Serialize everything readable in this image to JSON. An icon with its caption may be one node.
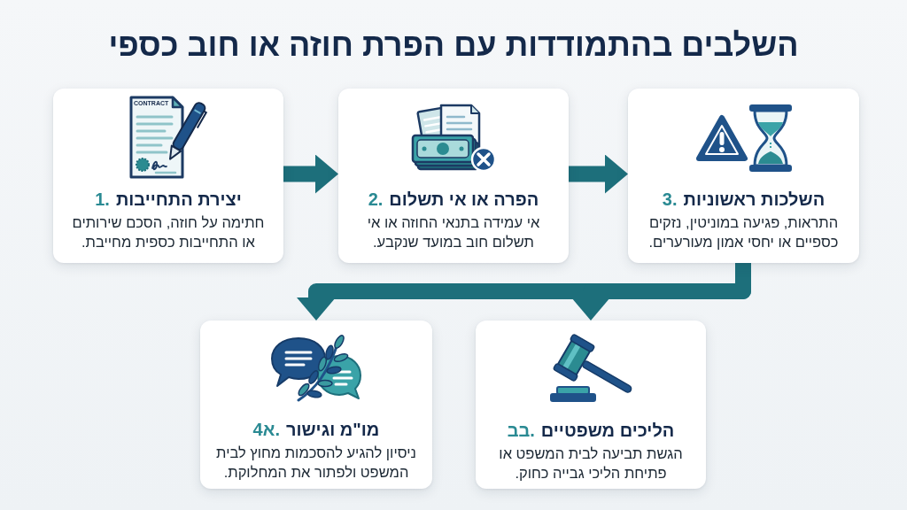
{
  "diagram": {
    "title": "השלבים בהתמודדות עם הפרת חוזה או חוב כספי",
    "nodes": [
      {
        "text": [
          "יצירת התחייבות",
          "1.",
          "חתימה על חוזה, הסכם שירותים או התחייבות כספית מחייבת."
        ]
      },
      {
        "text": [
          "הפרה או אי תשלום",
          "2.",
          "אי עמידה בתנאי החוזה או אי תשלום חוב במועד שנקבע."
        ]
      },
      {
        "text": [
          "השלכות ראשוניות",
          "3.",
          "התראות, פגיעה במוניטין, נזקים כספיים או יחסי אמון מעורערים."
        ]
      },
      {
        "text": [
          "מו\"מ וגישור",
          "4א.",
          "ניסיון להגיע להסכמות מחוץ לבית המשפט ולפתור את המחלוקת."
        ]
      },
      {
        "text": [
          "הליכים משפטיים",
          "בב.",
          "הגשת תביעה לבית המשפט או פתיחת הליכי גבייה כחוק."
        ]
      }
    ],
    "edges": [
      {
        "from": 0,
        "to": 1,
        "arrow": "to"
      },
      {
        "from": 1,
        "to": 2,
        "arrow": "to"
      },
      {
        "from": 2,
        "to": 3,
        "arrow": "to"
      },
      {
        "from": 2,
        "to": 4,
        "arrow": "to"
      }
    ],
    "labels": [
      "CONTRACT"
    ]
  }
}
